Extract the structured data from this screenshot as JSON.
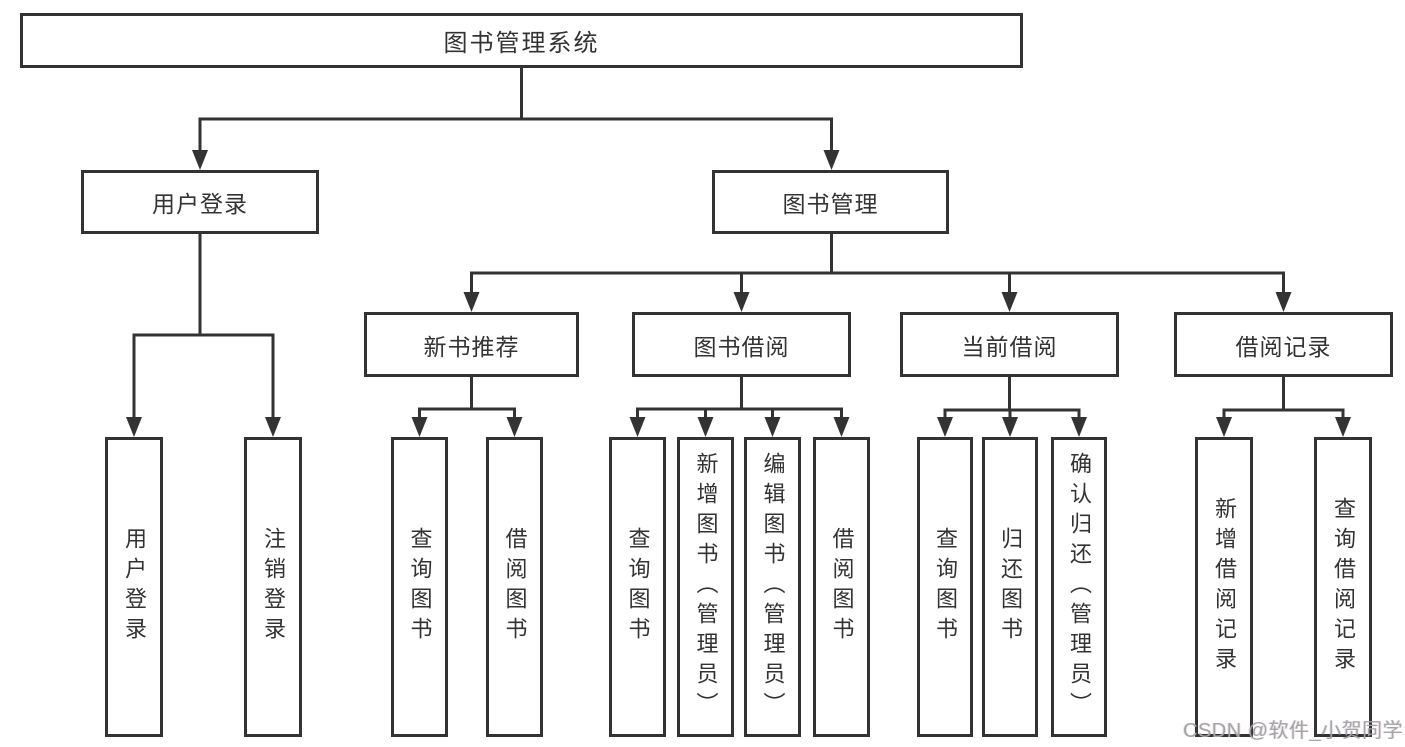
{
  "diagram": {
    "title": "图书管理系统",
    "nodes": {
      "root": {
        "label": "图书管理系统"
      },
      "user_login": {
        "label": "用户登录"
      },
      "book_mgmt": {
        "label": "图书管理"
      },
      "new_book_rec": {
        "label": "新书推荐"
      },
      "book_borrow": {
        "label": "图书借阅"
      },
      "current_borrow": {
        "label": "当前借阅"
      },
      "borrow_records": {
        "label": "借阅记录"
      },
      "leaf_user_login": {
        "label": "用户登录"
      },
      "leaf_logout": {
        "label": "注销登录"
      },
      "leaf_query_books_1": {
        "label": "查询图书"
      },
      "leaf_borrow_books_1": {
        "label": "借阅图书"
      },
      "leaf_query_books_2": {
        "label": "查询图书"
      },
      "leaf_add_books": {
        "label": "新增图书（管理员）"
      },
      "leaf_edit_books": {
        "label": "编辑图书（管理员）"
      },
      "leaf_borrow_books_2": {
        "label": "借阅图书"
      },
      "leaf_query_books_3": {
        "label": "查询图书"
      },
      "leaf_return_books": {
        "label": "归还图书"
      },
      "leaf_confirm_return": {
        "label": "确认归还（管理员）"
      },
      "leaf_add_record": {
        "label": "新增借阅记录"
      },
      "leaf_query_record": {
        "label": "查询借阅记录"
      }
    },
    "colors": {
      "line": "#333333",
      "text": "#333333",
      "background": "#ffffff",
      "watermark": "#a5a5a5"
    }
  },
  "watermark": {
    "text": "CSDN @软件_小贺同学"
  }
}
